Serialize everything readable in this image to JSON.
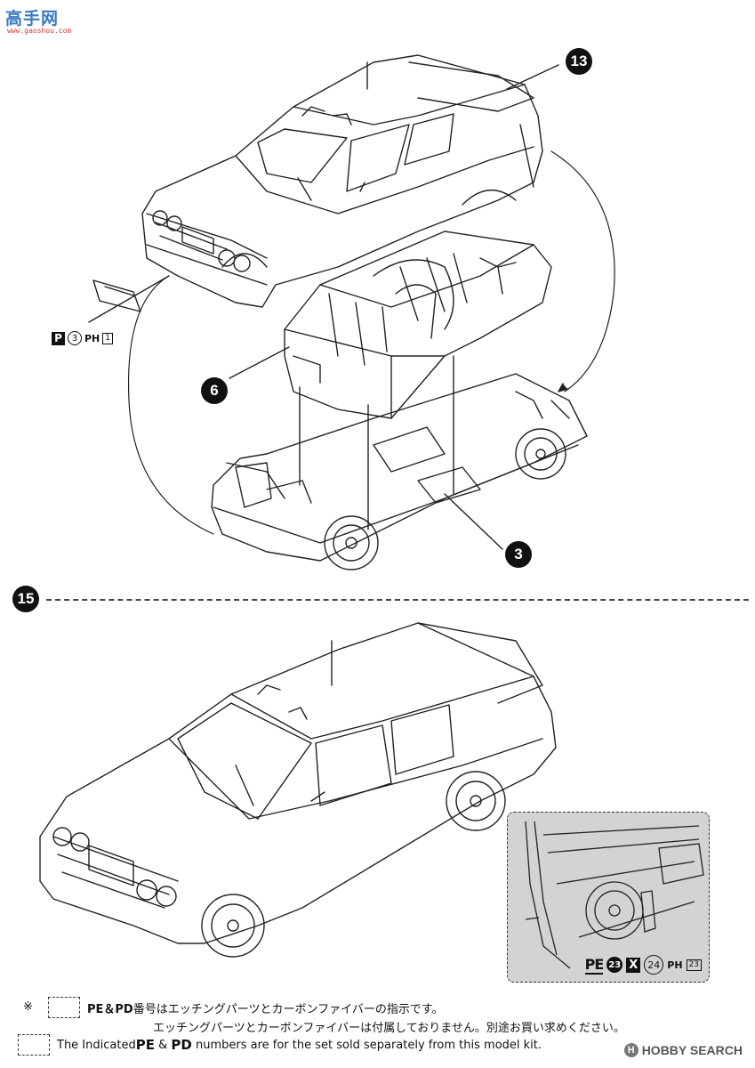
{
  "watermark": {
    "cn": "高手网",
    "url": "www.gaoshou.com"
  },
  "steps": {
    "s13": "13",
    "s6": "6",
    "s3": "3",
    "s15": "15"
  },
  "step14_parts": {
    "p": "P",
    "num": "3",
    "ph": "PH",
    "box": "1"
  },
  "inset": {
    "pe": "PE",
    "pe_num": "23",
    "x": "X",
    "circ": "24",
    "ph": "PH",
    "box": "23"
  },
  "notes": {
    "asterisk": "※",
    "jp_line1_code": "PE＆PD",
    "jp_line1_text": " 番号はエッチングパーツとカーボンファイバーの指示です。",
    "jp_line2": "エッチングパーツとカーボンファイバーは付属しておりません。別途お買い求めください。",
    "en_pre": "The Indicated ",
    "en_pe": "PE",
    "en_amp": " & ",
    "en_pd": "PD",
    "en_post": " numbers are for the set sold separately from this model kit."
  },
  "brand": {
    "mark": "H",
    "text": "HOBBY SEARCH"
  }
}
